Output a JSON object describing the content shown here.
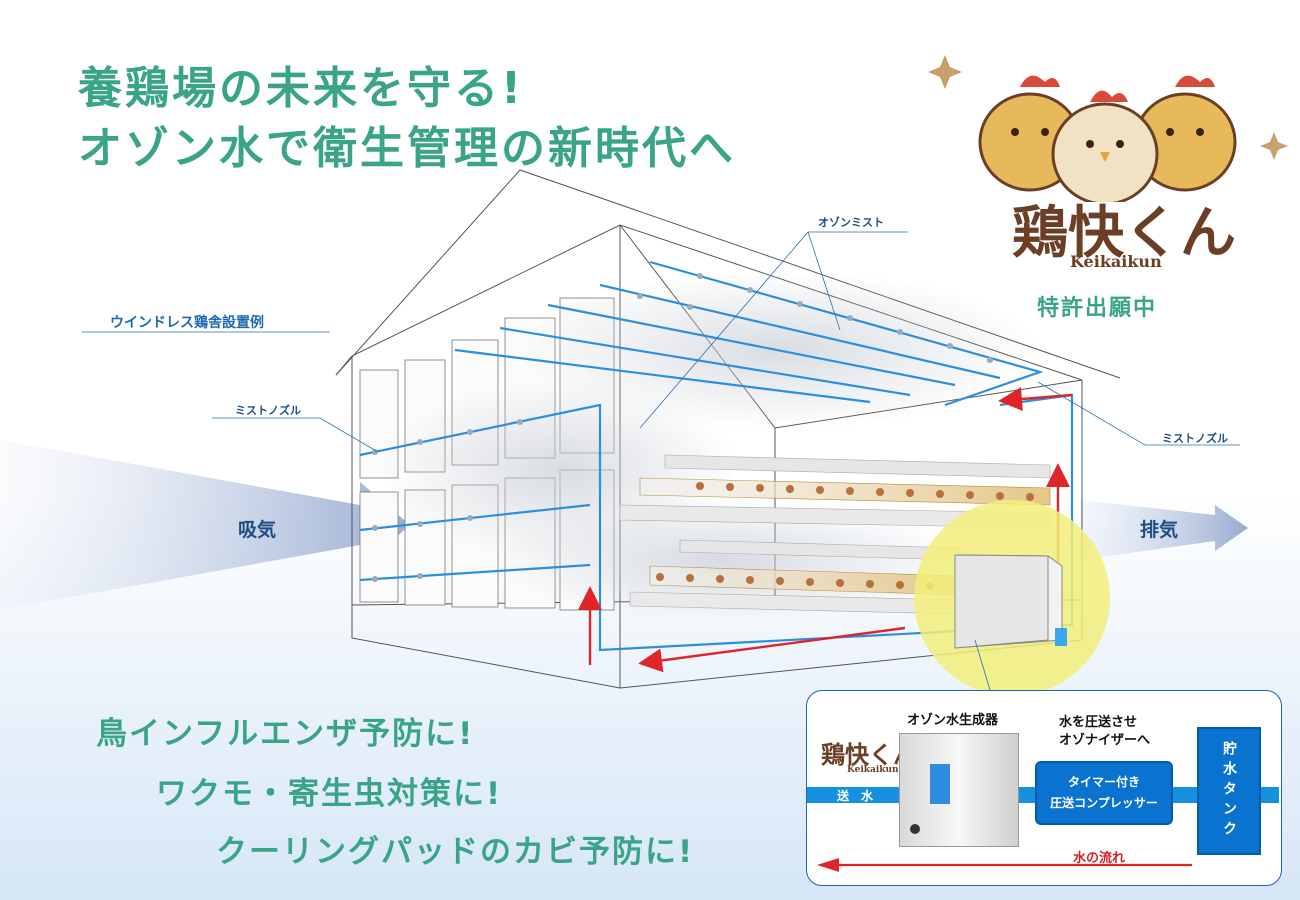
{
  "headline": {
    "line1": "養鶏場の未来を守る!",
    "line2": "オゾン水で衛生管理の新時代へ"
  },
  "labels": {
    "windowless": "ウインドレス鶏舎設置例",
    "ozone_mist": "オゾンミスト",
    "mist_nozzle_left": "ミストノズル",
    "mist_nozzle_right": "ミストノズル",
    "intake": "吸気",
    "exhaust": "排気"
  },
  "logo": {
    "name": "鶏快くん",
    "romaji": "Keikaikun",
    "patent": "特許出願中"
  },
  "benefits": [
    "鳥インフルエンザ予防に!",
    "ワクモ・寄生虫対策に!",
    "クーリングパッドのカビ予防に!"
  ],
  "diagram": {
    "generator_label": "オゾン水生成器",
    "pump_label_line1": "水を圧送させ",
    "pump_label_line2": "オゾナイザーへ",
    "water_send": "送　水",
    "compressor_line1": "タイマー付き",
    "compressor_line2": "圧送コンプレッサー",
    "tank": "貯水タンク",
    "water_flow": "水の流れ",
    "logo_name": "鶏快くん",
    "logo_romaji": "Keikaikun"
  },
  "colors": {
    "green": "#3aa488",
    "blue": "#1591e0",
    "dark_blue": "#1d4d87",
    "red_arrow": "#e0252a",
    "highlight": "#f2ef7a"
  }
}
